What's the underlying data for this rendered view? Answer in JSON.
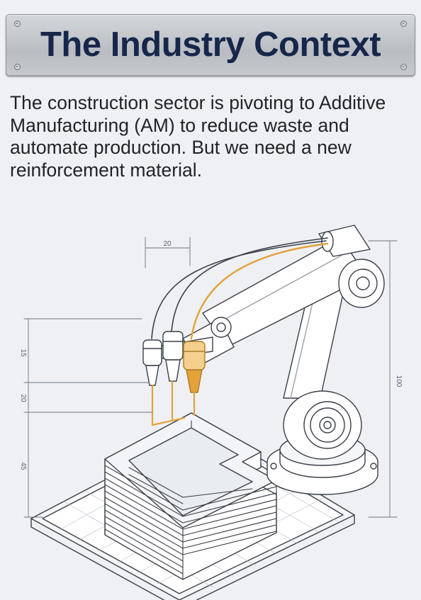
{
  "title": "The Industry Context",
  "body": "The construction sector is pivoting to Additive Manufacturing (AM) to reduce waste and automate production. But we need a new reinforcement material.",
  "dimensions": {
    "top_width": "20",
    "left_upper": "15",
    "left_middle": "20",
    "left_lower": "45",
    "right_height": "100"
  },
  "colors": {
    "background": "#eef0f4",
    "title_text": "#17274b",
    "accent_orange": "#e3a23a",
    "line": "#3a3f47"
  }
}
